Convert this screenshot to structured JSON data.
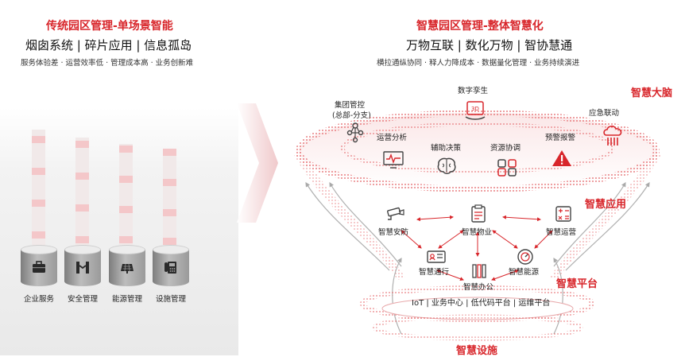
{
  "left": {
    "title": "传统园区管理-单场景智能",
    "subtitle": "烟囱系统 | 碎片应用 | 信息孤岛",
    "desc": "服务体验差 · 运营效率低 · 管理成本高 · 业务创新难",
    "stacks": [
      {
        "label": "企业服务",
        "icon": "briefcase-icon"
      },
      {
        "label": "安全管理",
        "icon": "turnstile-icon"
      },
      {
        "label": "能源管理",
        "icon": "solar-panel-icon"
      },
      {
        "label": "设施管理",
        "icon": "phone-icon"
      }
    ]
  },
  "right": {
    "title": "智慧园区管理-整体智慧化",
    "subtitle": "万物互联 | 数化万物 | 智协慧通",
    "desc": "横拉通纵协同 · 释人力降成本 · 数据量化管理 · 业务持续演进"
  },
  "layers": {
    "brain": "智慧大脑",
    "app": "智慧应用",
    "platform": "智慧平台",
    "infra": "智慧设施"
  },
  "brain_items": {
    "digital_twin": "数字孪生",
    "group_control": "集团管控",
    "group_control_sub": "(总部-分支)",
    "ops_analysis": "运营分析",
    "decision": "辅助决策",
    "resource": "资源协调",
    "alarm": "预警报警",
    "emergency": "应急联动"
  },
  "app_items": {
    "security": "智慧安防",
    "property": "智慧物业",
    "operation": "智慧运营",
    "access": "智慧通行",
    "energy": "智慧能源",
    "office": "智慧办公"
  },
  "platform_text": "IoT | 业务中心 | 低代码平台 | 运维平台",
  "colors": {
    "accent": "#d8262b",
    "icon": "#444444"
  }
}
